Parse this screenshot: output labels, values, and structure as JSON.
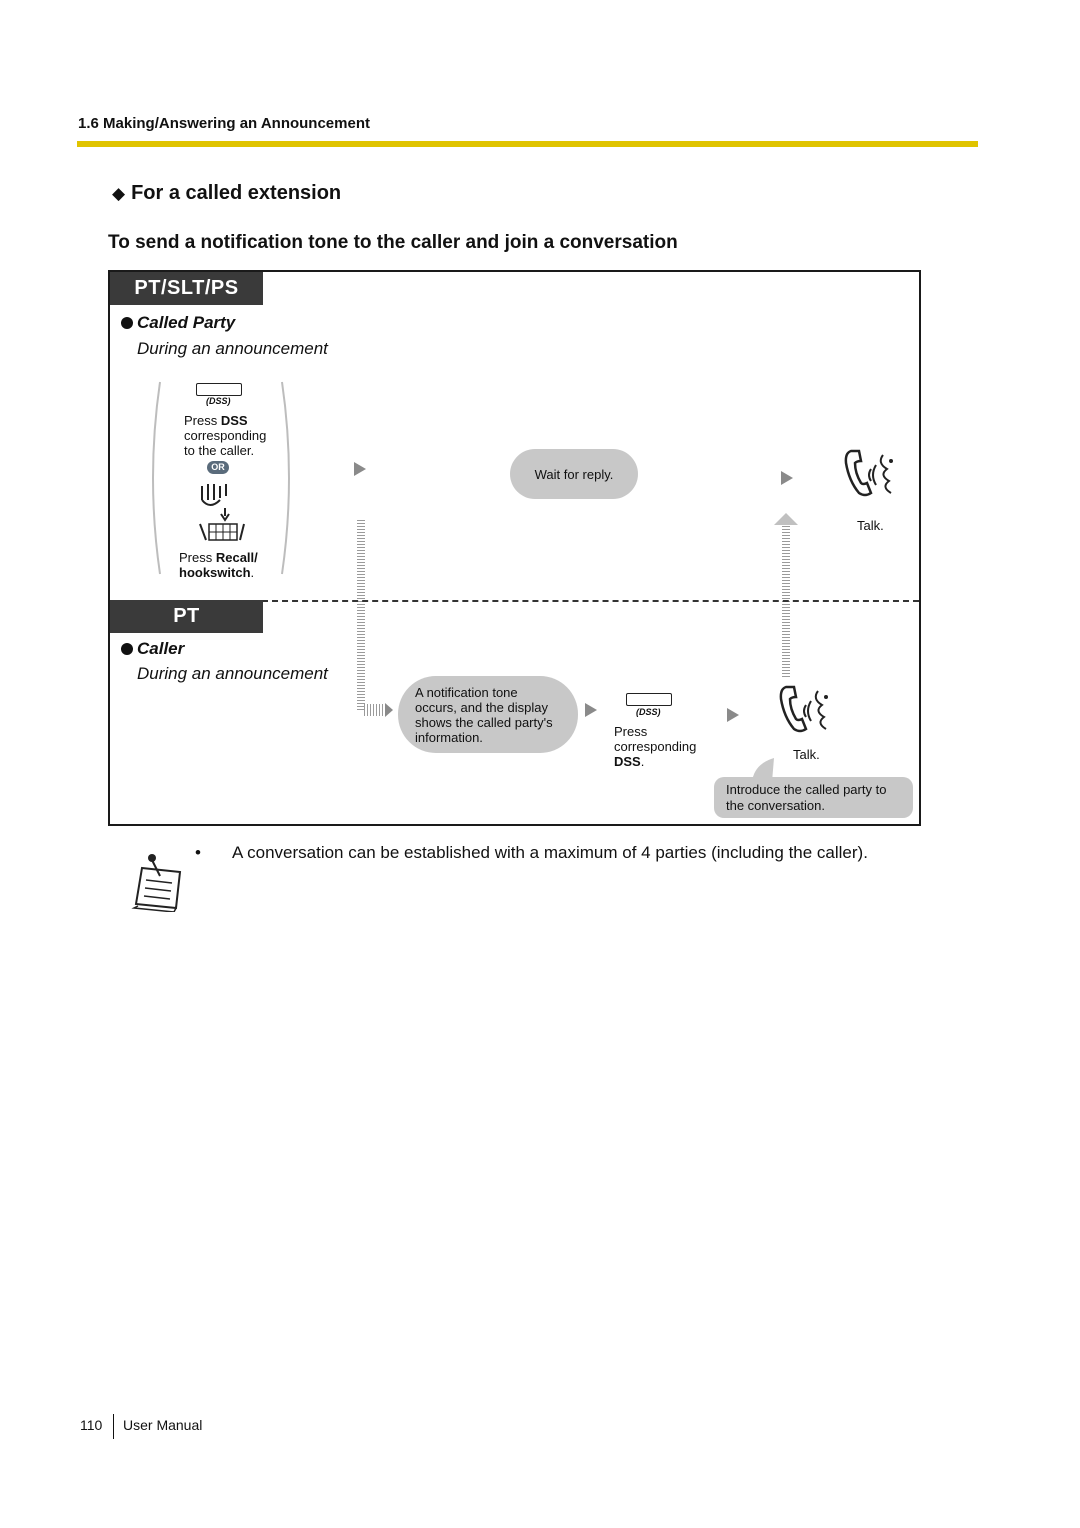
{
  "header": {
    "section": "1.6 Making/Answering an Announcement"
  },
  "headings": {
    "called_extension": "For a called extension",
    "sub_title": "To send a notification tone to the caller and join a conversation"
  },
  "diagram": {
    "top_mode_tab": "PT/SLT/PS",
    "bottom_mode_tab": "PT",
    "called_party": {
      "label": "Called Party",
      "context": "During an announcement",
      "dss_key_label": "(DSS)",
      "press_dss_prefix": "Press ",
      "press_dss_bold": "DSS",
      "press_dss_line2": "corresponding",
      "press_dss_line3": "to the caller.",
      "or_badge": "OR",
      "press_recall_prefix": "Press ",
      "press_recall_bold": "Recall/",
      "press_recall_line2_bold": "hookswitch",
      "press_recall_line2_suffix": ".",
      "wait_bubble": "Wait for reply.",
      "talk": "Talk."
    },
    "caller": {
      "label": "Caller",
      "context": "During an announcement",
      "notification_line1": "A notification tone",
      "notification_line2": "occurs, and the display",
      "notification_line3": "shows the called party's",
      "notification_line4": "information.",
      "dss_key_label": "(DSS)",
      "press_line1": "Press",
      "press_line2": "corresponding",
      "press_dss_bold": "DSS",
      "press_dss_suffix": ".",
      "talk": "Talk.",
      "introduce_line1": "Introduce the called party to",
      "introduce_line2": "the conversation."
    }
  },
  "note": {
    "bullet": "•",
    "text": "A conversation can be established with a maximum of 4 parties (including the caller)."
  },
  "footer": {
    "page_number": "110",
    "label": "User Manual"
  },
  "colors": {
    "rule": "#e0c400",
    "tab": "#3a3a3a",
    "bubble": "#c8c8c8"
  }
}
